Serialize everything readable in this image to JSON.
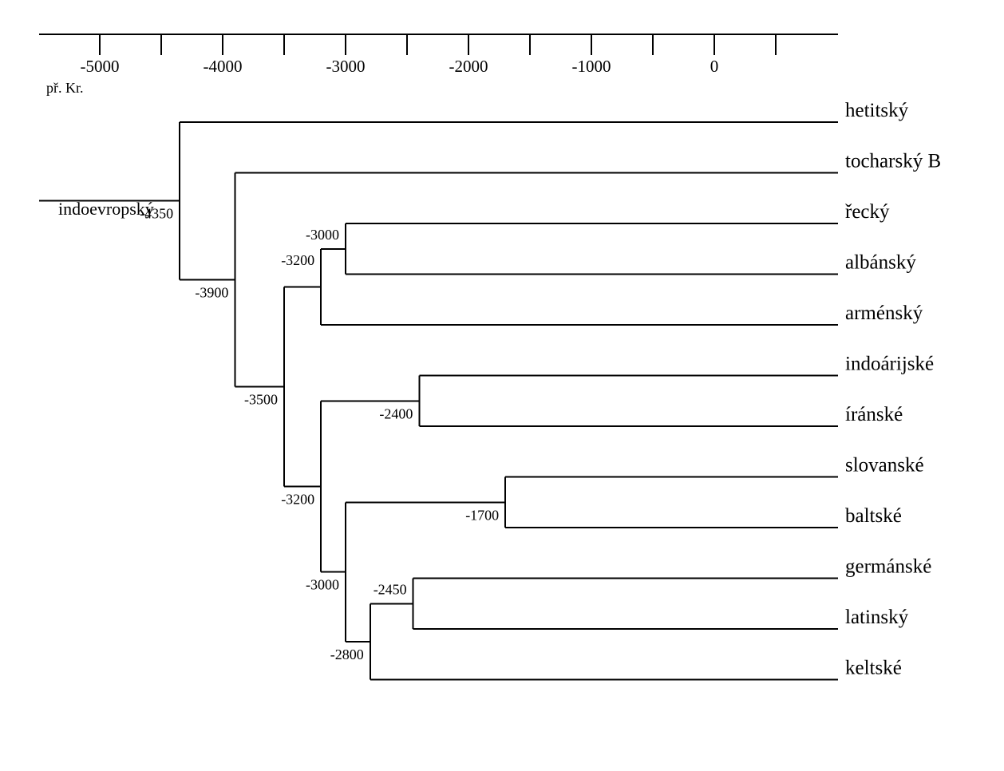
{
  "axis": {
    "ticks": [
      -5000,
      -4500,
      -4000,
      -3500,
      -3000,
      -2500,
      -2000,
      -1500,
      -1000,
      -500,
      0,
      500
    ],
    "tick_labels": [
      {
        "year": -5000,
        "label": "-5000"
      },
      {
        "year": -4000,
        "label": "-4000"
      },
      {
        "year": -3000,
        "label": "-3000"
      },
      {
        "year": -2000,
        "label": "-2000"
      },
      {
        "year": -1000,
        "label": "-1000"
      },
      {
        "year": 0,
        "label": "0"
      }
    ],
    "era_label": "př. Kr."
  },
  "tree": {
    "root": {
      "name": "indoevropský",
      "year": -4350,
      "label": "-4350"
    },
    "leaves": [
      "hetitský",
      "tocharský B",
      "řecký",
      "albánský",
      "arménský",
      "indoárijské",
      "íránské",
      "slovanské",
      "baltské",
      "germánské",
      "latinský",
      "keltské"
    ],
    "nodes": [
      {
        "id": "n4350",
        "year": -4350,
        "label": "-4350",
        "children": [
          "leaf:0",
          "node:n3900"
        ]
      },
      {
        "id": "n3900",
        "year": -3900,
        "label": "-3900",
        "children": [
          "leaf:1",
          "node:n3500"
        ]
      },
      {
        "id": "n3500",
        "year": -3500,
        "label": "-3500",
        "children": [
          "node:n3200a",
          "node:n3200b"
        ]
      },
      {
        "id": "n3200a",
        "year": -3200,
        "label": "-3200",
        "children": [
          "node:n3000a",
          "leaf:4"
        ]
      },
      {
        "id": "n3000a",
        "year": -3000,
        "label": "-3000",
        "children": [
          "leaf:2",
          "leaf:3"
        ]
      },
      {
        "id": "n3200b",
        "year": -3200,
        "label": "-3200",
        "children": [
          "node:n2400",
          "node:n3000b"
        ]
      },
      {
        "id": "n2400",
        "year": -2400,
        "label": "-2400",
        "children": [
          "leaf:5",
          "leaf:6"
        ]
      },
      {
        "id": "n3000b",
        "year": -3000,
        "label": "-3000",
        "children": [
          "node:n1700",
          "node:n2800"
        ]
      },
      {
        "id": "n1700",
        "year": -1700,
        "label": "-1700",
        "children": [
          "leaf:7",
          "leaf:8"
        ]
      },
      {
        "id": "n2800",
        "year": -2800,
        "label": "-2800",
        "children": [
          "node:n2450",
          "leaf:11"
        ]
      },
      {
        "id": "n2450",
        "year": -2450,
        "label": "-2450",
        "children": [
          "leaf:9",
          "leaf:10"
        ]
      }
    ]
  }
}
